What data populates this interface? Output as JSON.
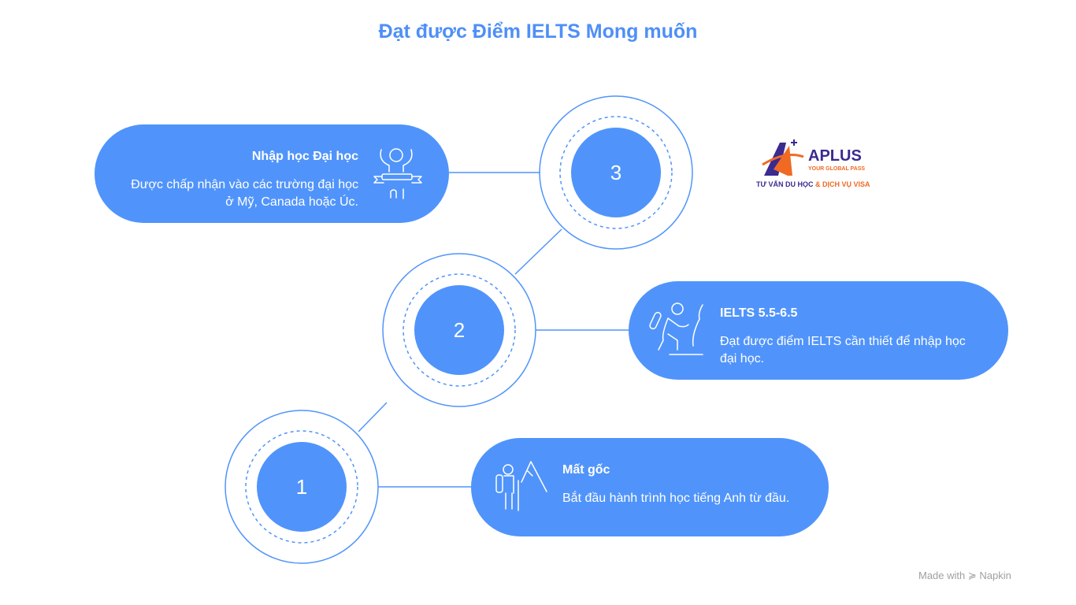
{
  "title": "Đạt được Điểm IELTS Mong muốn",
  "accent_color": "#5094fb",
  "steps": [
    {
      "number": "1",
      "heading": "Mất gốc",
      "description": "Bắt đầu hành trình học tiếng Anh từ đầu.",
      "icon": "hiker-icon"
    },
    {
      "number": "2",
      "heading": "IELTS 5.5-6.5",
      "description": "Đạt được điểm IELTS cần thiết để nhập học đại học.",
      "icon": "climber-icon"
    },
    {
      "number": "3",
      "heading": "Nhập học Đại học",
      "description": "Được chấp nhận vào các trường đại học ở Mỹ, Canada hoặc Úc.",
      "icon": "graduate-icon"
    }
  ],
  "logo": {
    "brand": "APLUS",
    "tagline": "YOUR GLOBAL PASS",
    "sub_part1": "TƯ VẤN DU HỌC",
    "sub_part2": "& DỊCH VỤ VISA"
  },
  "footer": "Made with ≽ Napkin"
}
